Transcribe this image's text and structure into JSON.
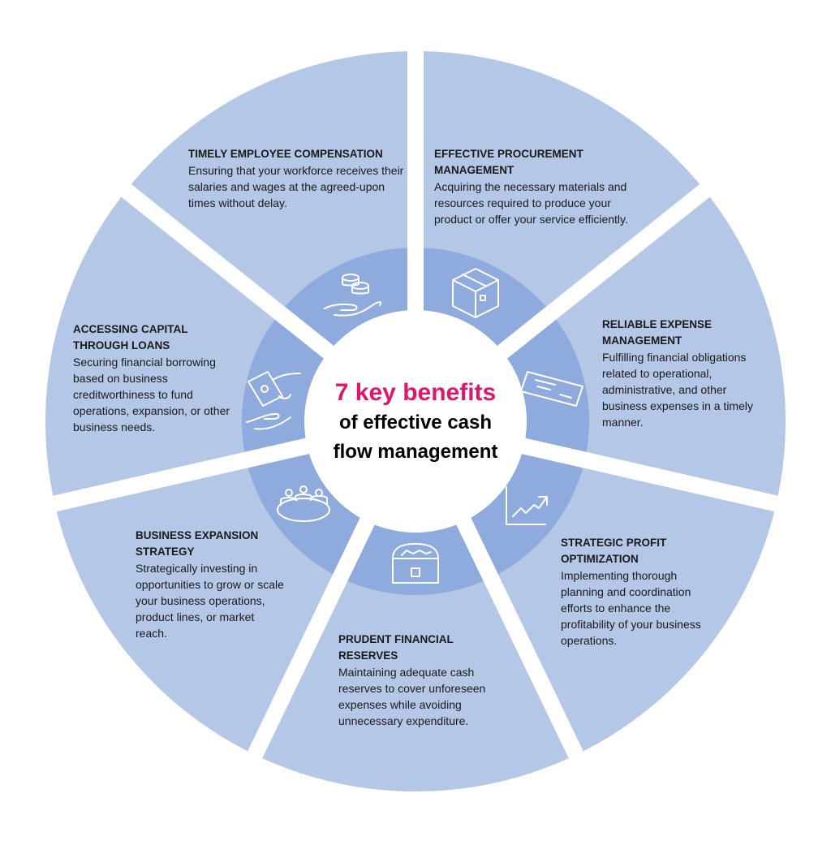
{
  "title": {
    "highlight": "7 key benefits",
    "line2": "of effective cash",
    "line3": "flow management"
  },
  "colors": {
    "outer": "#b4c7e7",
    "inner": "#8faadc",
    "accent": "#e0166d"
  },
  "benefits": [
    {
      "title": "TIMELY EMPLOYEE COMPENSATION",
      "desc": "Ensuring that your workforce receives their salaries and wages at the agreed-upon times without delay.",
      "icon": "hand-coins-icon"
    },
    {
      "title": "EFFECTIVE PROCUREMENT MANAGEMENT",
      "desc": "Acquiring the necessary materials and resources required to produce your product or offer your service efficiently.",
      "icon": "box-icon"
    },
    {
      "title": "RELIABLE EXPENSE MANAGEMENT",
      "desc": "Fulfilling financial obligations related to operational, administrative, and other business expenses in a timely manner.",
      "icon": "cheque-icon"
    },
    {
      "title": "STRATEGIC PROFIT OPTIMIZATION",
      "desc": "Implementing thorough planning and coordination efforts to enhance the profitability of your business operations.",
      "icon": "growth-chart-icon"
    },
    {
      "title": "PRUDENT FINANCIAL RESERVES",
      "desc": "Maintaining adequate cash reserves to cover unforeseen expenses while avoiding unnecessary expenditure.",
      "icon": "treasure-chest-icon"
    },
    {
      "title": "BUSINESS EXPANSION STRATEGY",
      "desc": "Strategically investing in opportunities to grow or scale your business operations, product lines, or market reach.",
      "icon": "meeting-table-icon"
    },
    {
      "title": "ACCESSING CAPITAL THROUGH LOANS",
      "desc": "Securing financial borrowing based on business creditworthiness to fund operations, expansion, or other business needs.",
      "icon": "hand-money-icon"
    }
  ]
}
